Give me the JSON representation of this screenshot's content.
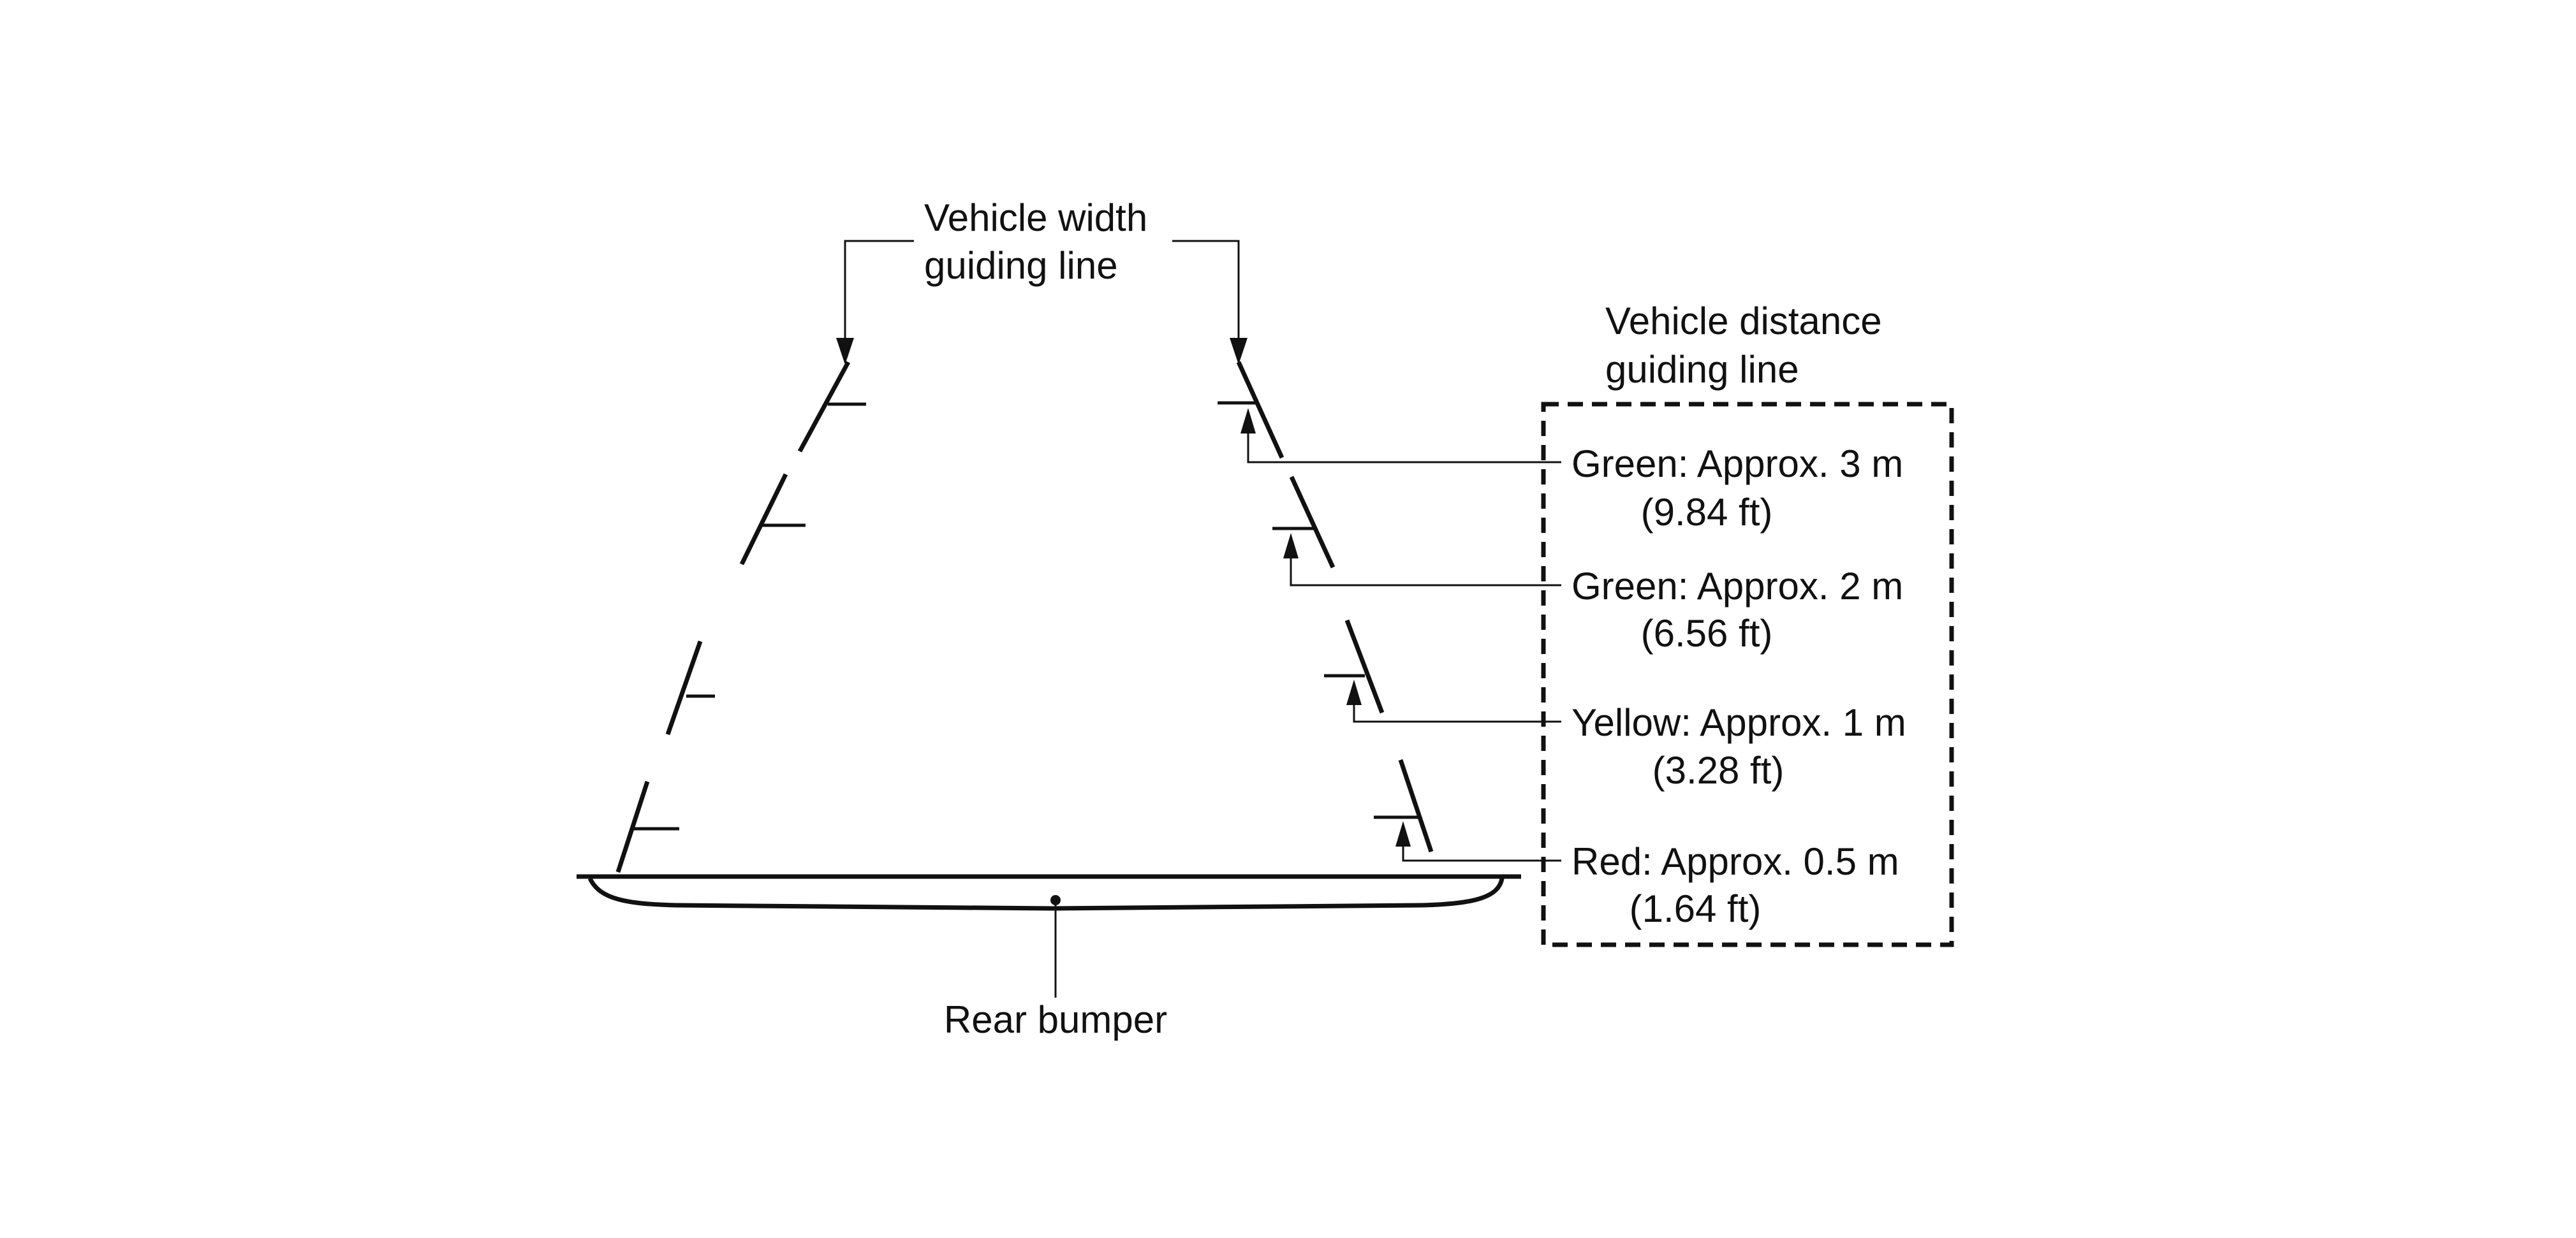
{
  "width_guide_label": [
    "Vehicle width",
    "guiding line"
  ],
  "distance_guide_label": [
    "Vehicle distance",
    "guiding line"
  ],
  "distance_lines": [
    {
      "line1": "Green: Approx. 3 m",
      "line2": "(9.84 ft)",
      "color": "#2e8b3d"
    },
    {
      "line1": "Green: Approx. 2 m",
      "line2": "(6.56 ft)",
      "color": "#2e8b3d"
    },
    {
      "line1": "Yellow: Approx. 1 m",
      "line2": "(3.28 ft)",
      "color": "#e0c000"
    },
    {
      "line1": "Red: Approx. 0.5 m",
      "line2": "(1.64 ft)",
      "color": "#d02020"
    }
  ],
  "bumper_label": "Rear bumper"
}
